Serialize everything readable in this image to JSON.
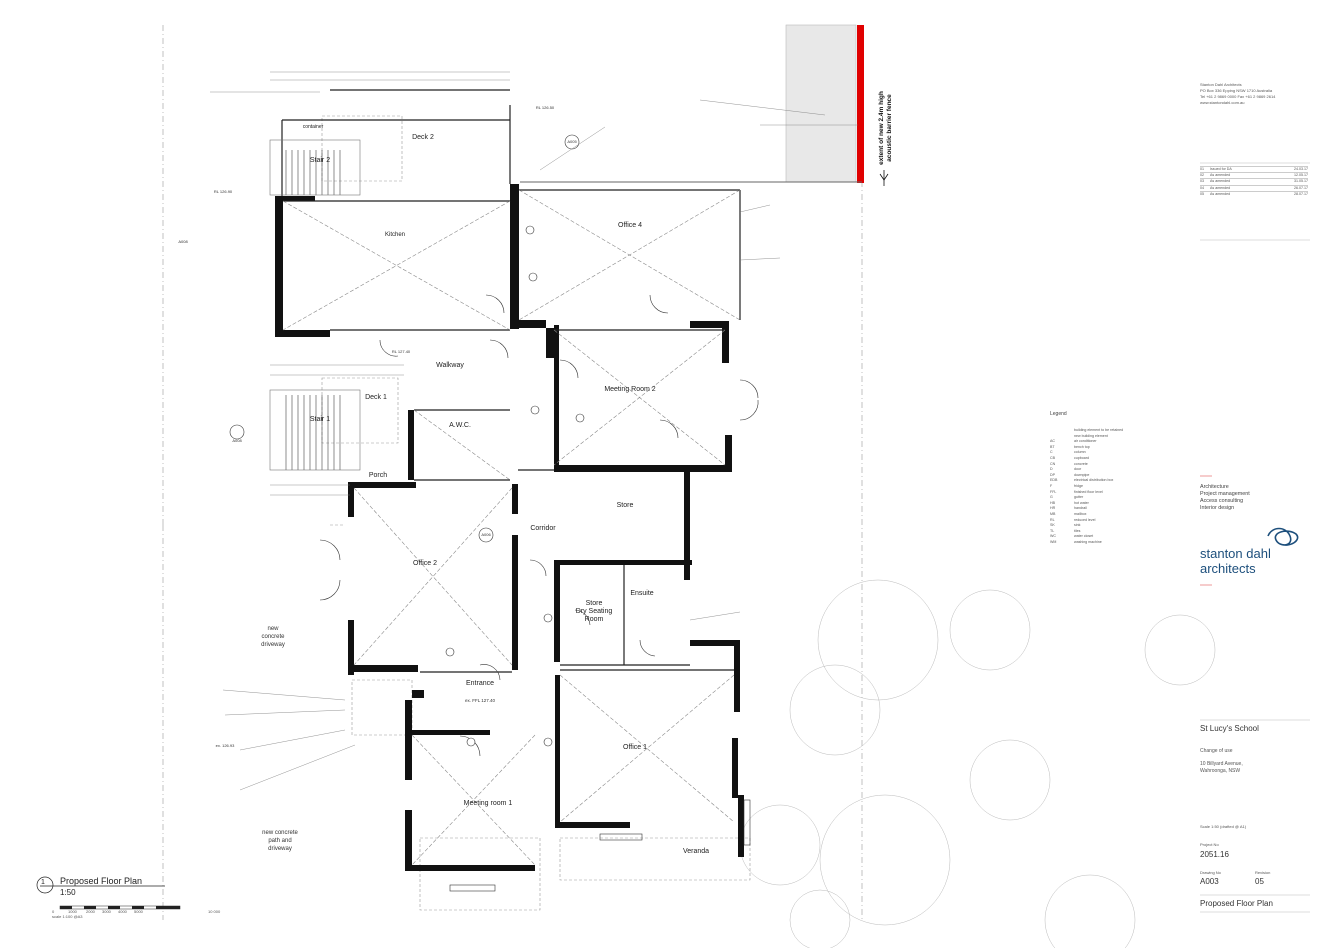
{
  "fence_label": [
    "extent of new 2.4m high",
    "acoustic barrier fence"
  ],
  "rooms": {
    "deck2": "Deck 2",
    "kitchen": "Kitchen",
    "office4": "Office 4",
    "walkway": "Walkway",
    "meeting2": "Meeting Room 2",
    "deck1": "Deck 1",
    "porch": "Porch",
    "wc": "A.W.C.",
    "stair2": "Stair 2",
    "stair1": "Stair 1",
    "store": "Store",
    "corridor": "Corridor",
    "office2": "Office 2",
    "store_dry": [
      "Store",
      "Dry Seating",
      "Room"
    ],
    "ensuite": "Ensuite",
    "entrance": "Entrance",
    "office1": "Office 1",
    "meeting1": "Meeting room 1",
    "verandah": "Veranda",
    "container": "container",
    "driveway": [
      "new",
      "concrete",
      "driveway"
    ],
    "path": [
      "new concrete",
      "path and",
      "driveway"
    ]
  },
  "levels": {
    "top": "RL 126.50",
    "deck": "RL 126.90",
    "walkway": "RL 127.40",
    "entrance": "ex. FFL 127.40",
    "road": "ex. 126.93"
  },
  "grid_marks": [
    "A008",
    "A005",
    "A006",
    "A008"
  ],
  "plan_title": "Proposed Floor Plan",
  "plan_scale": "1:50",
  "plan_number": "1",
  "scale_bar": {
    "labels": [
      "0",
      "1000",
      "2000",
      "3000",
      "4000",
      "5000",
      "10 000"
    ],
    "scale_text": "scale 1:100 @A3"
  },
  "title_block": {
    "firm": "Stanton Dahl Architects",
    "address": "PO Box 336 Epping NSW 1710 Australia",
    "phone": "Tel +61 2 9869 0000  Fax +61 2 9869 2614",
    "web": "www.stantondahl.com.au",
    "services": [
      "Architecture",
      "Project management",
      "Access consulting",
      "Interior design"
    ],
    "logo_line1": "stanton dahl",
    "logo_line2": "architects",
    "project": "St Lucy's School",
    "project_sub": "Change of use",
    "project_address": [
      "10 Billyard Avenue,",
      "Wahroonga, NSW"
    ],
    "project_no_label": "Project No",
    "project_no": "2051.16",
    "drawing_no_label": "Drawing No",
    "drawing_no": "A003",
    "revision_label": "Revision",
    "revision": "05",
    "drawing_title": "Proposed Floor Plan",
    "scale_note": "Scale 1:50 (drafted @ A1)",
    "legend_title": "Legend",
    "legend_items": [
      [
        "",
        "building element to be retained"
      ],
      [
        "",
        "new building element"
      ],
      [
        "AC",
        "air conditioner"
      ],
      [
        "BT",
        "bench top"
      ],
      [
        "C",
        "column"
      ],
      [
        "CB",
        "cupboard"
      ],
      [
        "CN",
        "concrete"
      ],
      [
        "D",
        "door"
      ],
      [
        "DP",
        "downpipe"
      ],
      [
        "EDB",
        "electrical distribution box"
      ],
      [
        "F",
        "fridge"
      ],
      [
        "FFL",
        "finished floor level"
      ],
      [
        "G",
        "gutter"
      ],
      [
        "HB",
        "hot water"
      ],
      [
        "HR",
        "handrail"
      ],
      [
        "MB",
        "mailbox"
      ],
      [
        "RL",
        "reduced level"
      ],
      [
        "SK",
        "sink"
      ],
      [
        "TL",
        "tiles"
      ],
      [
        "WC",
        "water closet"
      ],
      [
        "WM",
        "washing machine"
      ]
    ],
    "revisions": [
      [
        "01",
        "Issued for DA",
        "24.03.17"
      ],
      [
        "02",
        "As amended",
        "12.05.17"
      ],
      [
        "03",
        "As amended",
        "31.05.17"
      ],
      [
        "04",
        "As amended",
        "26.07.17"
      ],
      [
        "05",
        "As amended",
        "28.07.17"
      ]
    ]
  }
}
